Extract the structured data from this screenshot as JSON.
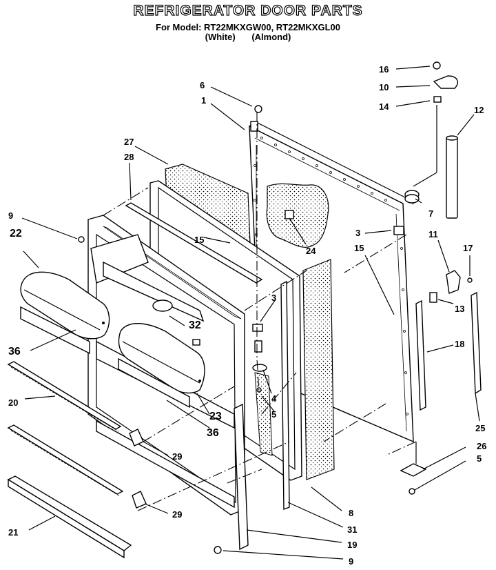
{
  "header": {
    "title": "REFRIGERATOR DOOR PARTS",
    "model_line": "For Model: RT22MKXGW00, RT22MKXGL00",
    "variant_white": "(White)",
    "variant_almond": "(Almond)"
  },
  "callouts": [
    "16",
    "10",
    "14",
    "6",
    "1",
    "12",
    "27",
    "28",
    "7",
    "9",
    "22",
    "3",
    "15",
    "24",
    "11",
    "17",
    "15",
    "3",
    "32",
    "13",
    "36",
    "18",
    "4",
    "5",
    "23",
    "36",
    "20",
    "25",
    "29",
    "26",
    "5",
    "29",
    "8",
    "21",
    "31",
    "19",
    "9"
  ],
  "colors": {
    "ink": "#000000",
    "paper": "#ffffff"
  }
}
